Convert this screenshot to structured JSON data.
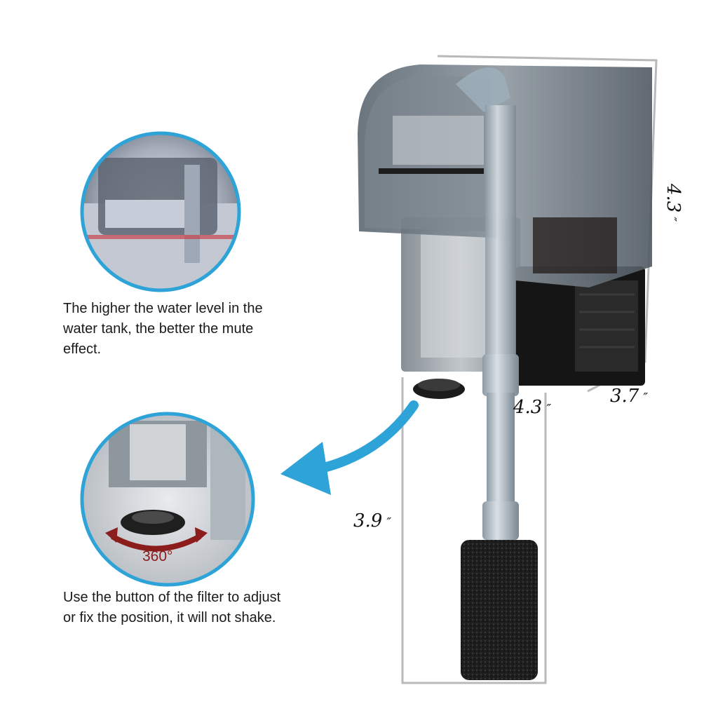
{
  "captions": {
    "water_level": "The higher the water level in the water tank, the better the mute effect.",
    "button": "Use the button of the filter to adjust or fix the position, it will not shake."
  },
  "dimensions": {
    "height": "4.3",
    "depth": "3.7",
    "width": "4.3",
    "pipe": "3.9",
    "unit_mark": "″"
  },
  "detail_rotation_label": "360°",
  "colors": {
    "accent_blue": "#2ea3d8",
    "rotation_red": "#8b1d1d",
    "dimension_line": "#b9b9b9"
  },
  "icons": [
    "arrow-pointer-icon",
    "rotation-arrow-icon"
  ]
}
